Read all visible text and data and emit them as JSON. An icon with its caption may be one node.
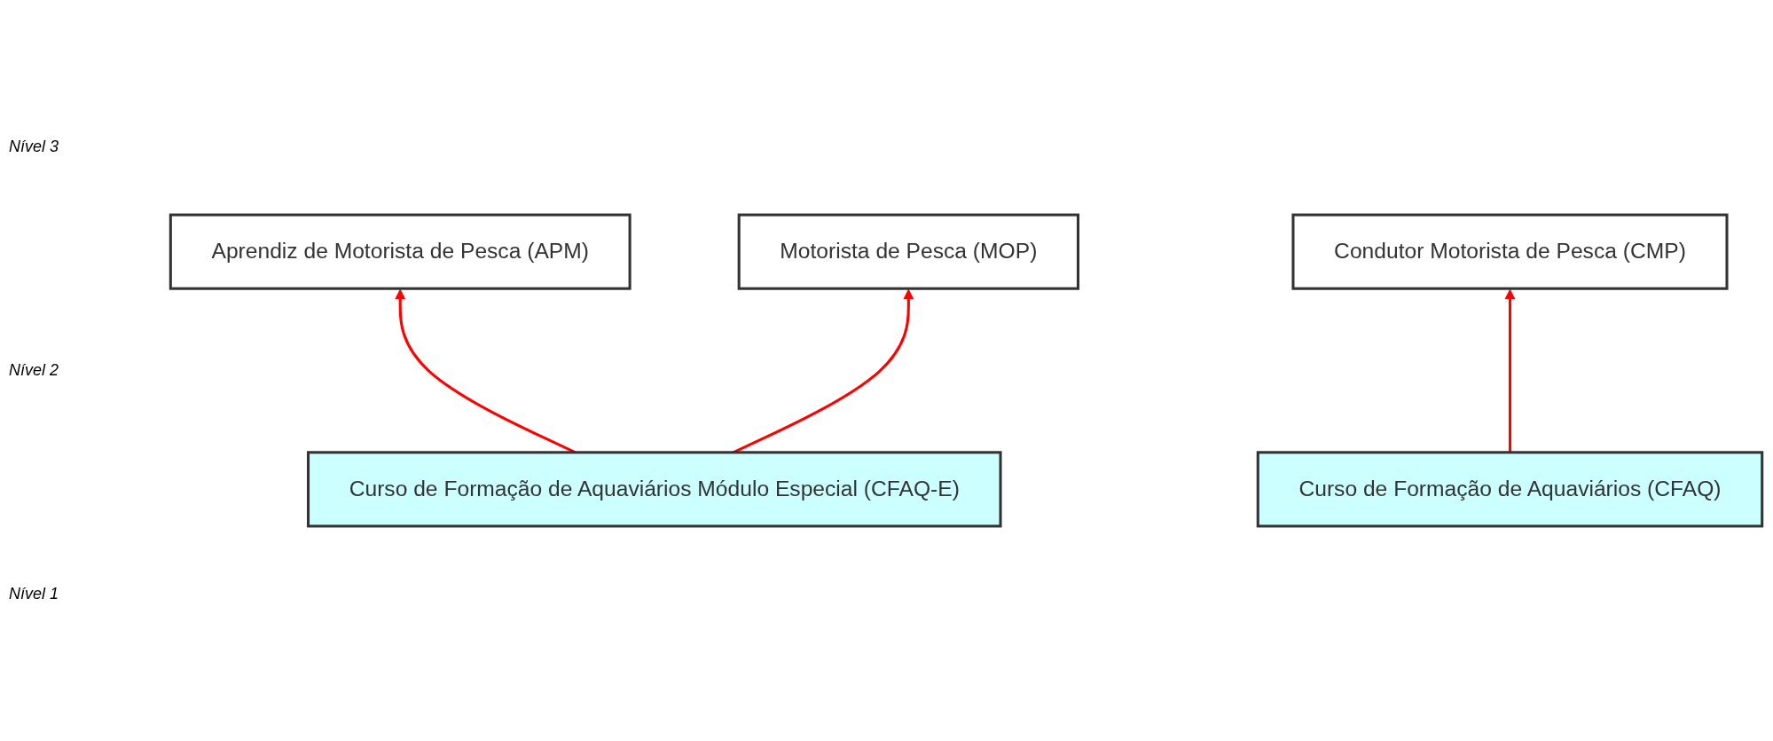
{
  "diagram": {
    "nodes": [
      {
        "text": [
          "Condutor Motorista de Pesca (CMP)"
        ]
      },
      {
        "text": [
          "Motorista de Pesca (MOP)"
        ]
      },
      {
        "text": [
          "Aprendiz de Motorista de Pesca (APM)"
        ]
      },
      {
        "text": [
          "Curso de Formação de Aquaviários Módulo Especial (CFAQ-E)"
        ]
      },
      {
        "text": [
          "Curso de Formação de Aquaviários (CFAQ)"
        ]
      }
    ],
    "edges": [
      {
        "from": 3,
        "to": 2,
        "arrow": "to",
        "color": "#ff0000"
      },
      {
        "from": 3,
        "to": 1,
        "arrow": "to",
        "color": "#ff0000"
      },
      {
        "from": 4,
        "to": 0,
        "arrow": "to",
        "color": "#ff0000"
      }
    ],
    "labels": [
      "Nível 3",
      "Nível 2",
      "Nível 1"
    ]
  }
}
